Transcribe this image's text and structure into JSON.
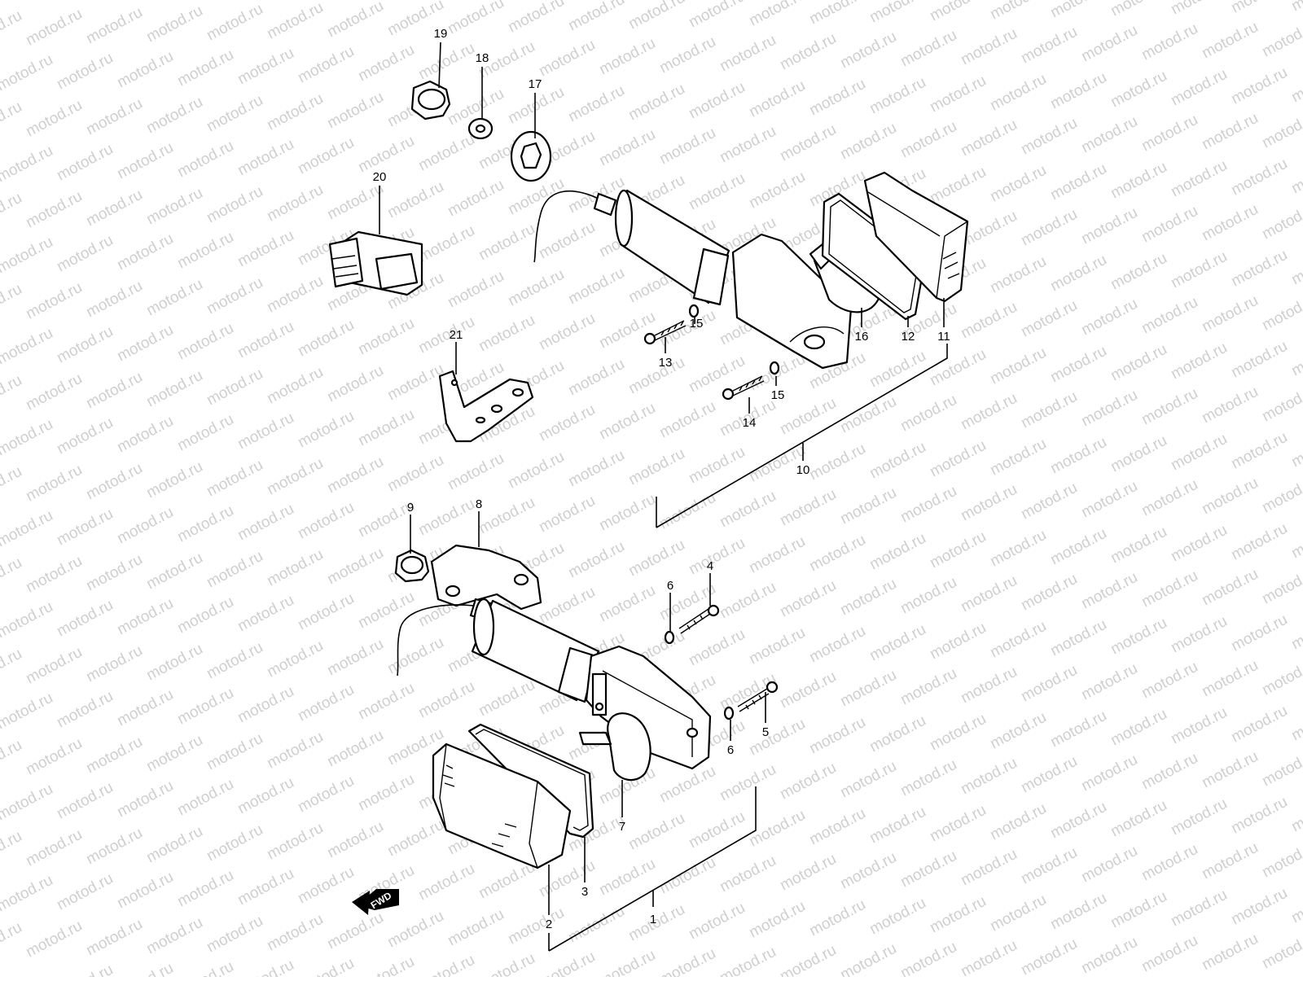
{
  "watermark": "motod.ru",
  "fwd_label": "FWD",
  "callouts": [
    "1",
    "2",
    "3",
    "4",
    "5",
    "6",
    "7",
    "8",
    "9",
    "10",
    "11",
    "12",
    "13",
    "14",
    "15",
    "16",
    "17",
    "18",
    "19",
    "20",
    "21"
  ]
}
